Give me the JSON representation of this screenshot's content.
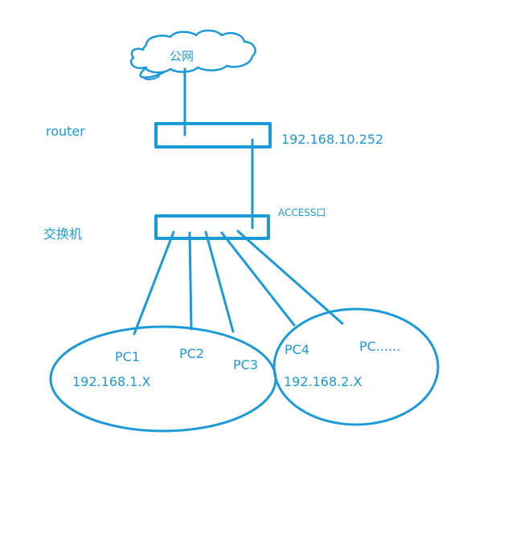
{
  "colors": {
    "ink": "#1a9ad6",
    "background": "#ffffff"
  },
  "cloud": {
    "label": "公网"
  },
  "router": {
    "label": "router",
    "ip": "192.168.10.252"
  },
  "switch": {
    "label": "交换机",
    "port_label": "ACCESS口"
  },
  "pcs": [
    "PC1",
    "PC2",
    "PC3",
    "PC4",
    "PC......"
  ],
  "subnets": {
    "left": {
      "label": "192.168.1.X"
    },
    "right": {
      "label": "192.168.2.X"
    }
  }
}
